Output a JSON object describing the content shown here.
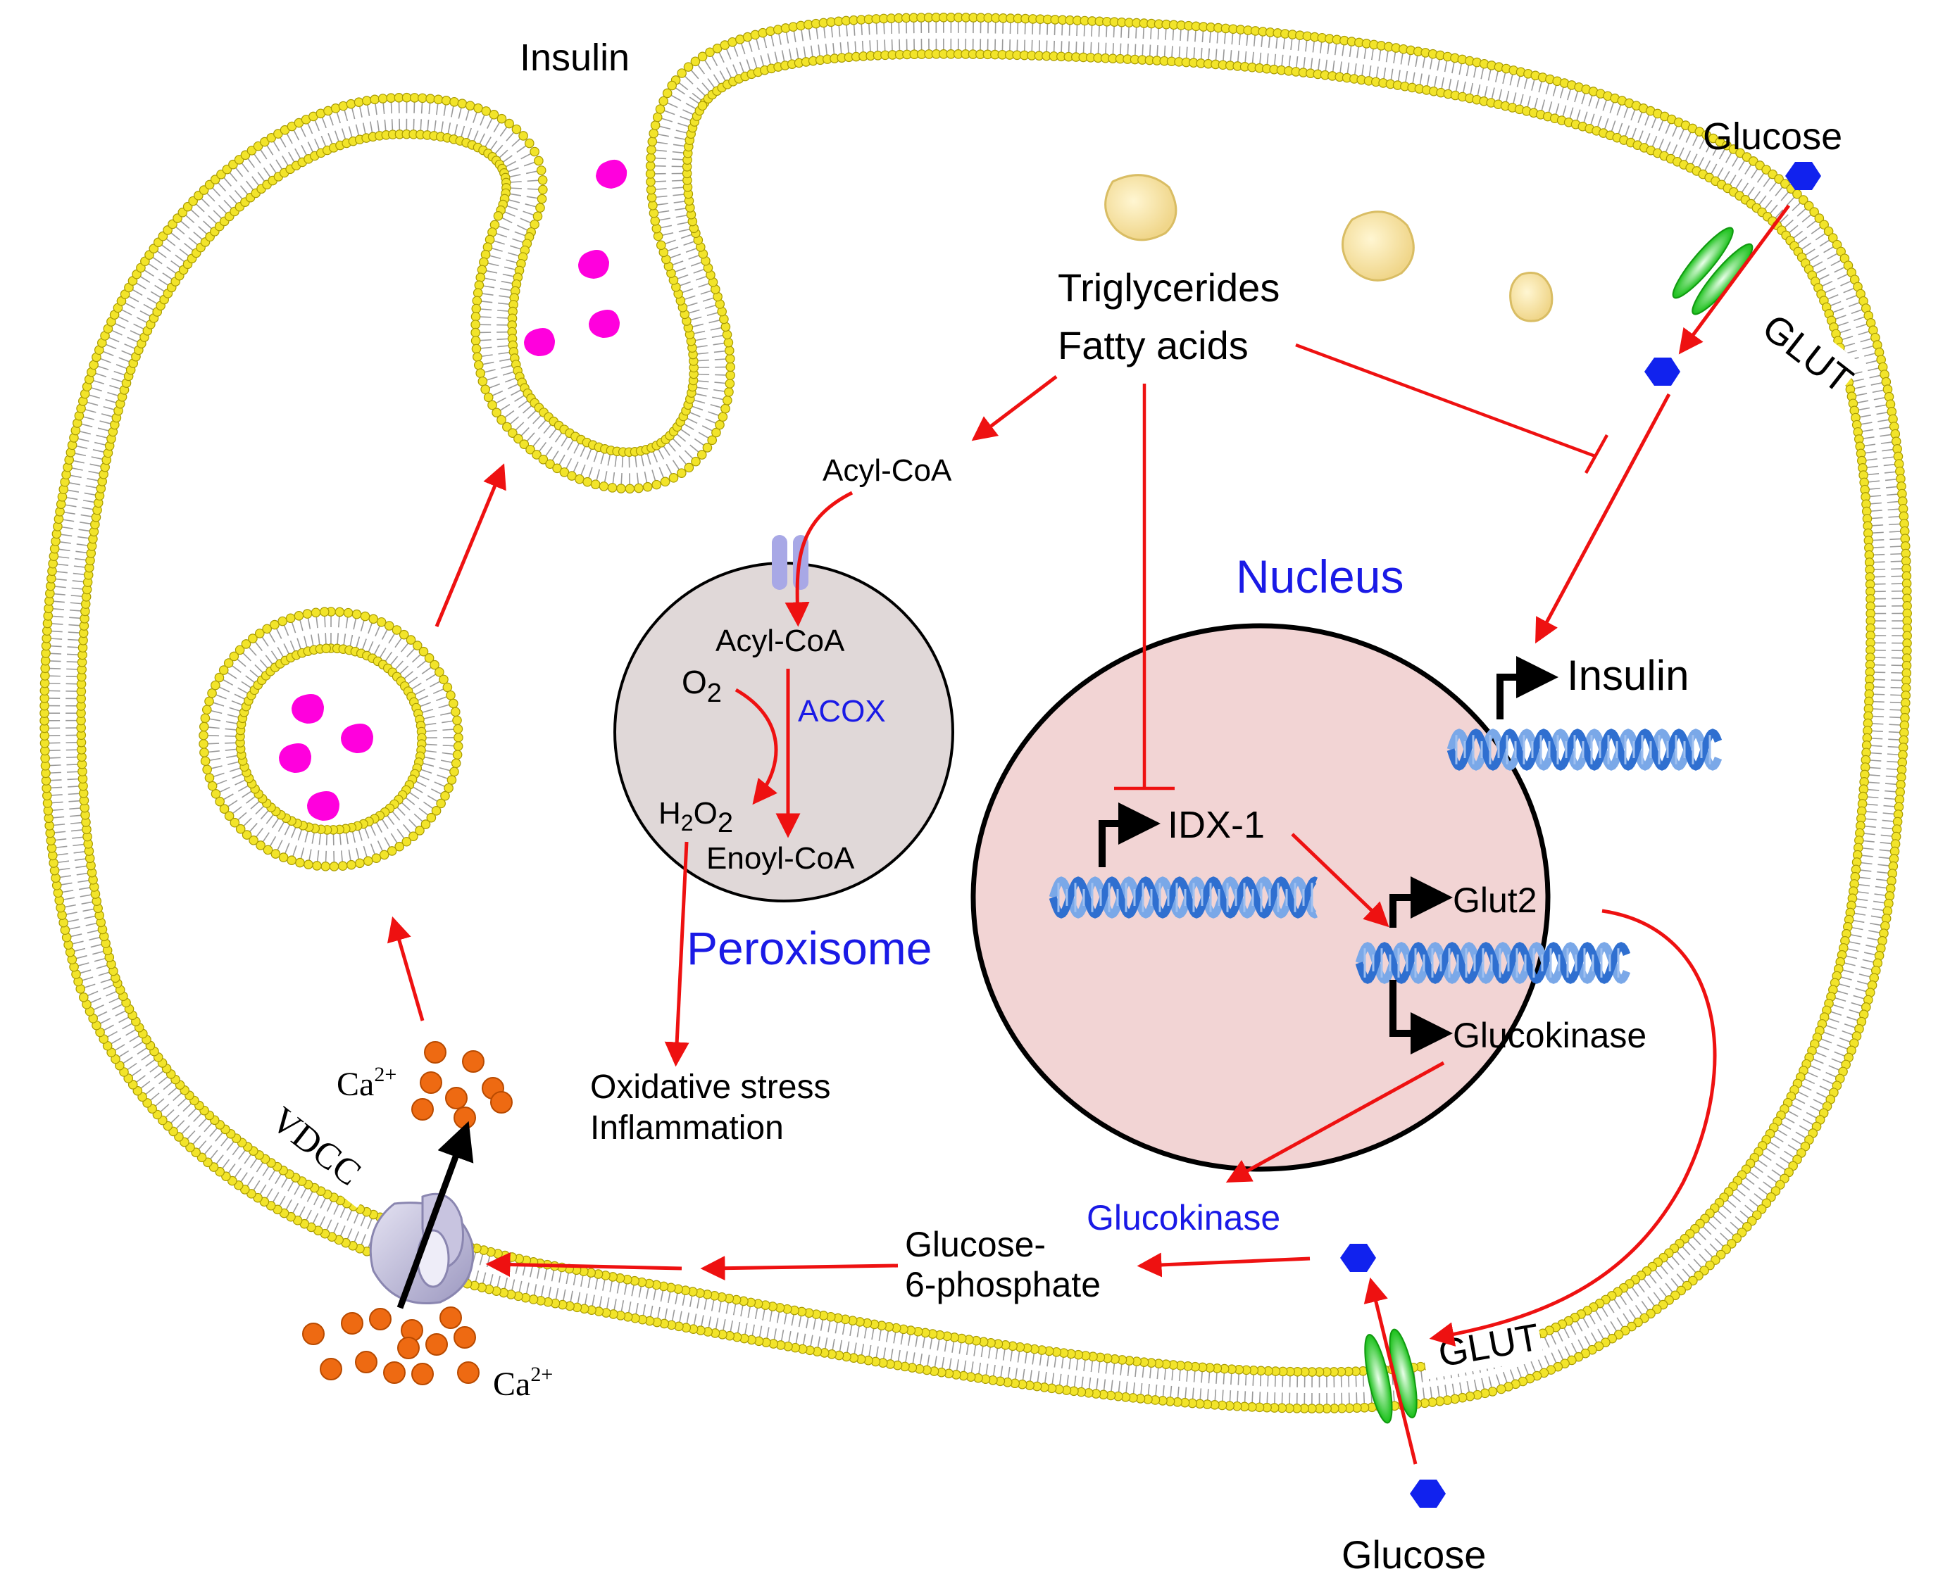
{
  "labels": {
    "insulin_top": "Insulin",
    "glucose_top": "Glucose",
    "glut_top": "GLUT",
    "triglycerides": "Triglycerides",
    "fatty_acids": "Fatty acids",
    "acyl_coa_cytosol": "Acyl-CoA",
    "acyl_coa_perox": "Acyl-CoA",
    "o2": "O",
    "o2_sub": "2",
    "acox": "ACOX",
    "h2o2_h": "H",
    "h2o2_sub1": "2",
    "h2o2_o": "O",
    "h2o2_sub2": "2",
    "enoyl_coa": "Enoyl-CoA",
    "peroxisome": "Peroxisome",
    "nucleus": "Nucleus",
    "insulin_gene": "Insulin",
    "idx1": "IDX-1",
    "glut2": "Glut2",
    "glucokinase_gene": "Glucokinase",
    "glucokinase_enzyme": "Glucokinase",
    "oxidative_stress": "Oxidative stress",
    "inflammation": "Inflammation",
    "glucose6p_line1": "Glucose-",
    "glucose6p_line2": "6-phosphate",
    "glut_bottom": "GLUT",
    "glucose_bottom": "Glucose",
    "vdcc": "VDCC",
    "ca_top": "Ca",
    "ca_top_sup": "2+",
    "ca_bottom": "Ca",
    "ca_bottom_sup": "2+"
  },
  "colors": {
    "membrane_head": "#f2e42a",
    "membrane_head_stroke": "#a89a00",
    "insulin_granule": "#ff00dd",
    "calcium": "#ee6a12",
    "arrow_red": "#ee1111",
    "nucleus_fill": "#f2d4d4",
    "peroxisome_fill": "#e0d8d8",
    "dna": "#2f6fd0",
    "glut_green": "#22cc22",
    "glucose_blue": "#1122ee",
    "lipid_droplet": "#f7e3a0",
    "label_blue": "#1a1ae6"
  },
  "icons": [
    "glucose-hexagon-icon",
    "glut-transporter-icon",
    "vdcc-channel-icon",
    "dna-helix-icon",
    "insulin-granule-icon",
    "calcium-ion-icon",
    "lipid-droplet-icon"
  ]
}
